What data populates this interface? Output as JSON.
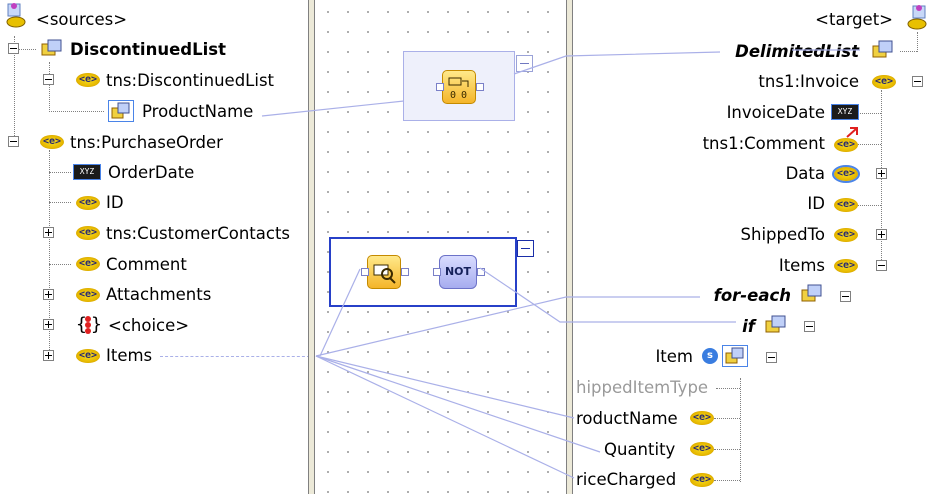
{
  "sources": {
    "header": "<sources>",
    "tree": [
      {
        "label": "DiscontinuedList",
        "style": "bold"
      },
      {
        "label": "tns:DiscontinuedList"
      },
      {
        "label": "ProductName"
      },
      {
        "label": "tns:PurchaseOrder"
      },
      {
        "label": "OrderDate"
      },
      {
        "label": "ID"
      },
      {
        "label": "tns:CustomerContacts"
      },
      {
        "label": "Comment"
      },
      {
        "label": "Attachments"
      },
      {
        "label": "<choice>"
      },
      {
        "label": "Items"
      }
    ]
  },
  "mapper": {
    "not_label": "NOT"
  },
  "target": {
    "header": "<target>",
    "tree": [
      {
        "label": "DelimitedList",
        "style": "bold-italic"
      },
      {
        "label": "tns1:Invoice"
      },
      {
        "label": "InvoiceDate"
      },
      {
        "label": "tns1:Comment"
      },
      {
        "label": "Data"
      },
      {
        "label": "ID"
      },
      {
        "label": "ShippedTo"
      },
      {
        "label": "Items"
      },
      {
        "label": "for-each",
        "style": "bold-italic"
      },
      {
        "label": "if",
        "style": "bold-italic"
      },
      {
        "label": "Item"
      },
      {
        "label": "hippedItemType",
        "style": "disabled"
      },
      {
        "label": "roductName"
      },
      {
        "label": "Quantity"
      },
      {
        "label": "riceCharged"
      }
    ]
  },
  "icons": {
    "element": "element-icon",
    "complex": "complex-type-icon",
    "datetime": "datetime-icon",
    "choice": "choice-icon",
    "simple_badge": "s"
  },
  "colors": {
    "link_line": "#aab0e8",
    "active_box": "#2740c8",
    "grid_dot": "#9a9a9a"
  }
}
